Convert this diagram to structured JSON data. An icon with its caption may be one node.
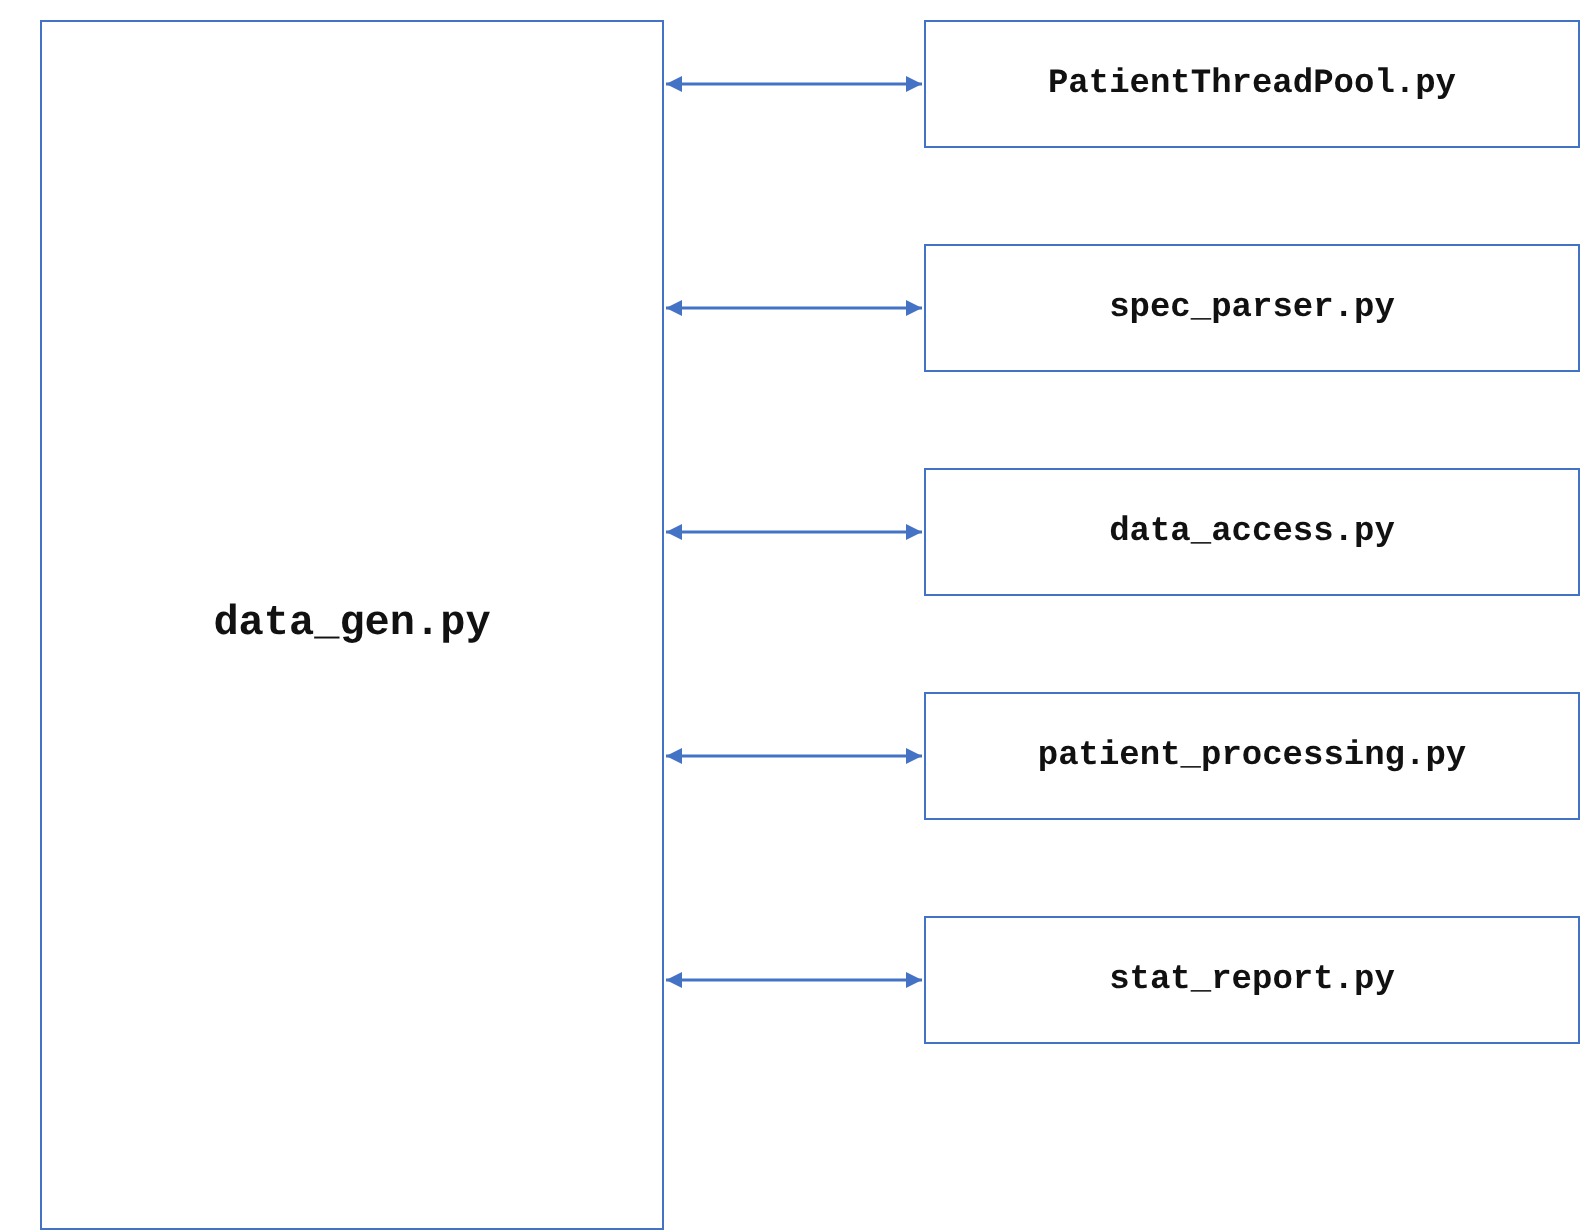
{
  "diagram": {
    "nodes": [
      {
        "text": [
          "data_gen.py"
        ]
      },
      {
        "text": [
          "PatientThreadPool.py"
        ]
      },
      {
        "text": [
          "spec_parser.py"
        ]
      },
      {
        "text": [
          "data_access.py"
        ]
      },
      {
        "text": [
          "patient_processing.py"
        ]
      },
      {
        "text": [
          "stat_report.py"
        ]
      }
    ],
    "edges": [
      {
        "from": 0,
        "to": 1,
        "arrow": "both"
      },
      {
        "from": 0,
        "to": 2,
        "arrow": "both"
      },
      {
        "from": 0,
        "to": 3,
        "arrow": "both"
      },
      {
        "from": 0,
        "to": 4,
        "arrow": "both"
      },
      {
        "from": 0,
        "to": 5,
        "arrow": "both"
      }
    ]
  }
}
